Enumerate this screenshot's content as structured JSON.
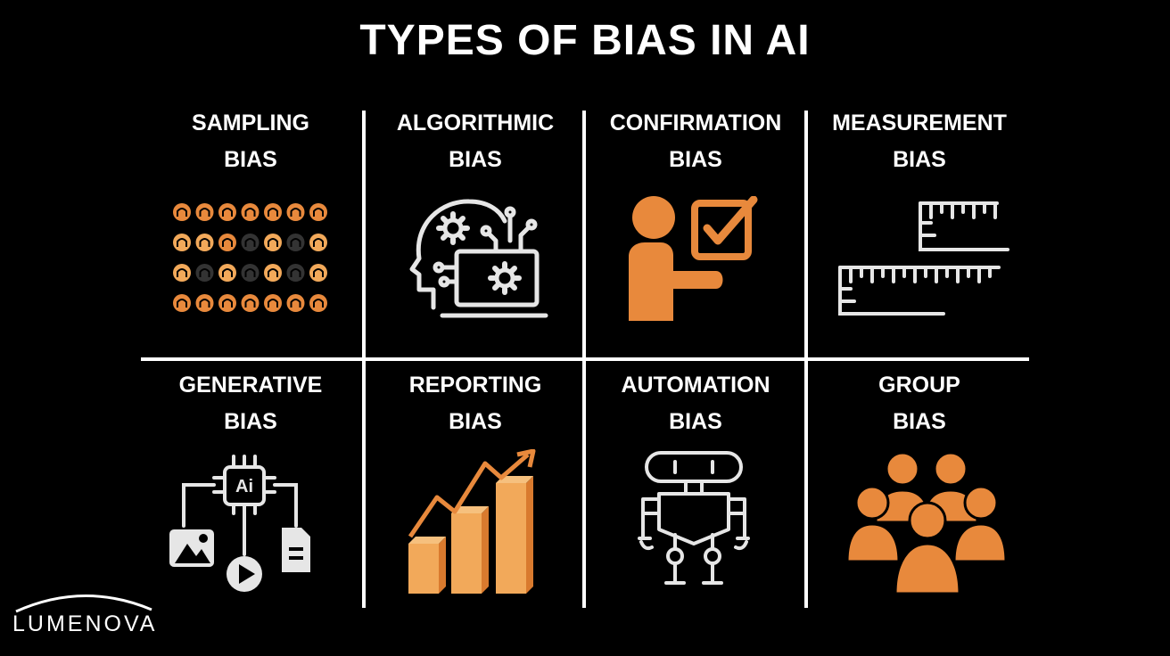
{
  "title": "TYPES OF BIAS IN AI",
  "colors": {
    "accent": "#e8893c",
    "accent_light": "#f2a95a",
    "line": "#ffffff",
    "icon_white": "#e6e6e6",
    "background": "#000000"
  },
  "cells": [
    {
      "line1": "SAMPLING",
      "line2": "BIAS",
      "icon": "sampling-faces-icon"
    },
    {
      "line1": "ALGORITHMIC",
      "line2": "BIAS",
      "icon": "head-gear-laptop-icon"
    },
    {
      "line1": "CONFIRMATION",
      "line2": "BIAS",
      "icon": "person-checkbox-icon"
    },
    {
      "line1": "MEASUREMENT",
      "line2": "BIAS",
      "icon": "rulers-icon"
    },
    {
      "line1": "GENERATIVE",
      "line2": "BIAS",
      "icon": "ai-chip-media-icon",
      "chip_text": "Ai"
    },
    {
      "line1": "REPORTING",
      "line2": "BIAS",
      "icon": "bar-chart-arrow-icon"
    },
    {
      "line1": "AUTOMATION",
      "line2": "BIAS",
      "icon": "robot-icon"
    },
    {
      "line1": "GROUP",
      "line2": "BIAS",
      "icon": "people-group-icon"
    }
  ],
  "logo": {
    "text": "LUMENOVA"
  }
}
